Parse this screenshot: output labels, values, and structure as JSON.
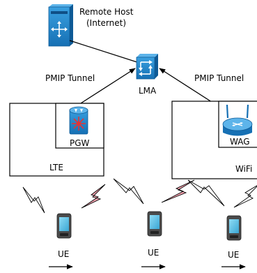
{
  "nodes": {
    "remote_host": {
      "label_line1": "Remote Host",
      "label_line2": "(Internet)",
      "icon": "server-icon"
    },
    "lma": {
      "label": "LMA",
      "icon": "router-icon"
    },
    "pgw": {
      "label": "PGW",
      "icon": "gateway-router-icon"
    },
    "wag": {
      "label": "WAG",
      "icon": "wireless-router-icon"
    },
    "ue_left": {
      "label": "UE",
      "icon": "phone-icon"
    },
    "ue_middle": {
      "label": "UE",
      "icon": "phone-icon"
    },
    "ue_right": {
      "label": "UE",
      "icon": "phone-icon"
    }
  },
  "networks": {
    "lte": {
      "label": "LTE"
    },
    "wifi": {
      "label": "WiFi"
    }
  },
  "links": {
    "tunnel_left": {
      "label": "PMIP Tunnel"
    },
    "tunnel_right": {
      "label": "PMIP Tunnel"
    }
  },
  "colors": {
    "icon_blue": "#1f7ec6",
    "icon_dark_blue": "#0e5a96",
    "lte_signal": "#f4a3b0",
    "wifi_signal": "#ffffff",
    "phone_body": "#4a4a4a",
    "phone_screen": "#5fc3e4"
  }
}
